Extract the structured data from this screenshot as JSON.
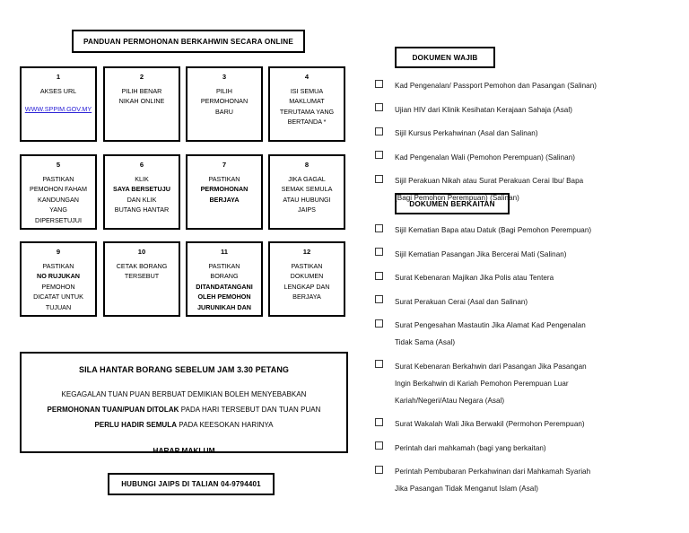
{
  "title_box": {
    "label": "PANDUAN PERMOHONAN BERKAHWIN SECARA ONLINE"
  },
  "steps": [
    {
      "number": "1",
      "text": "AKSES URL",
      "link": "WWW.SPPIM.GOV.MY"
    },
    {
      "number": "2",
      "text": "PILIH BENAR\nNIKAH ONLINE"
    },
    {
      "number": "3",
      "text": "PILIH\nPERMOHONAN\nBARU"
    },
    {
      "number": "4",
      "text": "ISI SEMUA\nMAKLUMAT\nTERUTAMA YANG\nBERTANDA *"
    },
    {
      "number": "5",
      "text": "PASTIKAN\nPEMOHON FAHAM\nKANDUNGAN\nYANG\nDIPERSETUJUI"
    },
    {
      "number": "6",
      "text_parts": [
        {
          "t": "KLIK\n"
        },
        {
          "t": "SAYA BERSETUJU",
          "b": true
        },
        {
          "t": "\nDAN KLIK\nBUTANG HANTAR"
        }
      ]
    },
    {
      "number": "7",
      "text_parts": [
        {
          "t": "PASTIKAN\n"
        },
        {
          "t": "PERMOHONAN\nBERJAYA",
          "b": true
        }
      ]
    },
    {
      "number": "8",
      "text": "JIKA GAGAL\nSEMAK SEMULA\nATAU HUBUNGI\nJAIPS"
    },
    {
      "number": "9",
      "text_parts": [
        {
          "t": "PASTIKAN\n"
        },
        {
          "t": "NO RUJUKAN",
          "b": true
        },
        {
          "t": "\nPEMOHON\nDICATAT UNTUK\nTUJUAN\nPENGEMASKINIAN"
        }
      ]
    },
    {
      "number": "10",
      "text": "CETAK BORANG\nTERSEBUT"
    },
    {
      "number": "11",
      "text_parts": [
        {
          "t": "PASTIKAN\nBORANG\n"
        },
        {
          "t": "DITANDATANGANI OLEH PEMOHON JURUNIKAH DAN",
          "b": true
        }
      ]
    },
    {
      "number": "12",
      "text": "PASTIKAN\nDOKUMEN\nLENGKAP DAN\nBERJAYA"
    }
  ],
  "notice": {
    "title": "SILA HANTAR BORANG SEBELUM JAM 3.30 PETANG",
    "line1": "KEGAGALAN TUAN PUAN BERBUAT DEMIKIAN BOLEH MENYEBABKAN",
    "line2_bold": "PERMOHONAN TUAN/PUAN DITOLAK",
    "line2_rest": " PADA HARI TERSEBUT DAN TUAN PUAN",
    "line3_bold": "PERLU HADIR SEMULA",
    "line3_rest": " PADA KEESOKAN HARINYA",
    "footer": "HARAP MAKLUM"
  },
  "contact_box": {
    "label": "HUBUNGI JAIPS DI TALIAN 04-9794401"
  },
  "wajib": {
    "heading": "DOKUMEN WAJIB",
    "items": [
      [
        "Kad Pengenalan/ Passport Pemohon dan Pasangan (Salinan)"
      ],
      [
        "Ujian HIV dari Klinik Kesihatan Kerajaan Sahaja (Asal)"
      ],
      [
        "Sijil Kursus Perkahwinan (Asal dan Salinan)"
      ],
      [
        "Kad Pengenalan Wali (Pemohon Perempuan) (Salinan)"
      ],
      [
        "Sijil Perakuan Nikah atau Surat Perakuan Cerai Ibu/ Bapa",
        "(Bagi Pemohon Perempuan) (Salinan)"
      ]
    ]
  },
  "berkaitan": {
    "heading": "DOKUMEN BERKAITAN",
    "items": [
      [
        "Sijil Kematian Bapa atau Datuk (Bagi Pemohon Perempuan)"
      ],
      [
        "Sijil Kematian Pasangan Jika Bercerai Mati (Salinan)"
      ],
      [
        "Surat Kebenaran Majikan Jika Polis atau Tentera"
      ],
      [
        "Surat Perakuan Cerai (Asal dan Salinan)"
      ],
      [
        "Surat Pengesahan Mastautin Jika Alamat Kad Pengenalan",
        "Tidak Sama (Asal)"
      ],
      [
        "Surat Kebenaran Berkahwin dari Pasangan Jika Pasangan",
        "Ingin Berkahwin di Kariah Pemohon Perempuan Luar",
        "Kariah/Negeri/Atau Negara (Asal)"
      ],
      [
        "Surat Wakalah Wali Jika Berwakil (Permohon Perempuan)"
      ],
      [
        "Perintah dari mahkamah (bagi yang berkaitan)"
      ],
      [
        "Perintah Pembubaran Perkahwinan dari Mahkamah Syariah",
        "Jika Pasangan Tidak Menganut Islam (Asal)"
      ]
    ]
  }
}
